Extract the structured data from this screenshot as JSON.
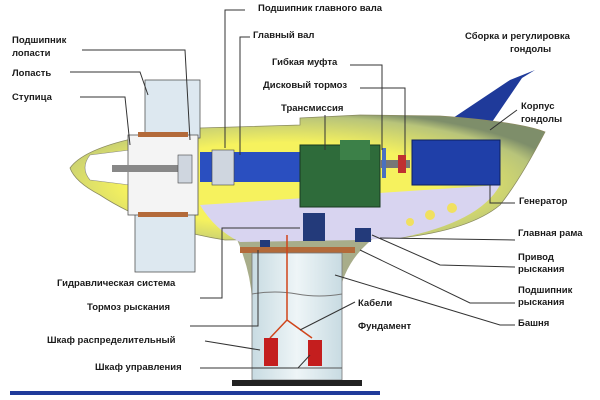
{
  "labels": {
    "main_shaft_bearing": "Подшипник главного вала",
    "main_shaft": "Главный вал",
    "blade_bearing_1": "Подшипник",
    "blade_bearing_2": "лопасти",
    "blade": "Лопасть",
    "hub": "Ступица",
    "flex_coupling": "Гибкая муфта",
    "disc_brake": "Дисковый тормоз",
    "transmission": "Трансмиссия",
    "nacelle_assembly_1": "Сборка и регулировка",
    "nacelle_assembly_2": "гондолы",
    "nacelle_cover_1": "Корпус",
    "nacelle_cover_2": "гондолы",
    "generator": "Генератор",
    "main_frame": "Главная рама",
    "yaw_drive_1": "Привод",
    "yaw_drive_2": "рыскания",
    "yaw_bearing_1": "Подшипник",
    "yaw_bearing_2": "рыскания",
    "tower": "Башня",
    "hydraulic_system": "Гидравлическая система",
    "yaw_brake": "Тормоз рыскания",
    "cables": "Кабели",
    "foundation": "Фундамент",
    "distribution_cabinet": "Шкаф распределительный",
    "control_cabinet": "Шкаф управления"
  },
  "colors": {
    "nacelle": "#f4f05a",
    "frame": "#d8d4f0",
    "gearbox": "#2e6b3a",
    "generator": "#1f3fa8",
    "fin": "#1f3a9a",
    "cabinet": "#c41e1e",
    "cable": "#d0451b"
  }
}
